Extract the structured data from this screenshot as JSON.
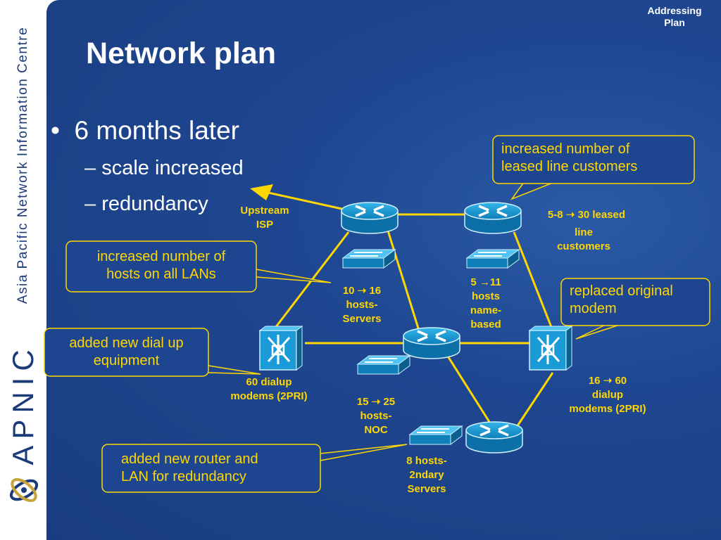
{
  "sidebar": {
    "org_name": "Asia Pacific Network Information Centre",
    "logo_text": "APNIC"
  },
  "header": {
    "section_line1": "Addressing",
    "section_line2": "Plan",
    "title": "Network plan"
  },
  "bullets": {
    "main": "6 months later",
    "sub1": "scale increased",
    "sub2": "redundancy"
  },
  "labels": {
    "upstream_line1": "Upstream",
    "upstream_line2": "ISP",
    "servers_from": "10",
    "servers_to": "16",
    "servers_line2": "hosts-",
    "servers_line3": "Servers",
    "name_line1": "5 →11",
    "name_line2": "hosts",
    "name_line3": "name-",
    "name_line4": "based",
    "leased_from": "5-8",
    "leased_to": "30 leased",
    "leased_line2": "line",
    "leased_line3": "customers",
    "dialup_left_line1": "60 dialup",
    "dialup_left_line2": "modems (2PRI)",
    "noc_from": "15",
    "noc_to": "25",
    "noc_line2": "hosts-",
    "noc_line3": "NOC",
    "dialup_right_from": "16",
    "dialup_right_to": "60",
    "dialup_right_line2": "dialup",
    "dialup_right_line3": "modems (2PRI)",
    "secondary_line1": "8 hosts-",
    "secondary_line2": "2ndary",
    "secondary_line3": "Servers"
  },
  "callouts": {
    "leased_line1": "increased number of",
    "leased_line2": "leased line customers",
    "hosts_line1": "increased number of",
    "hosts_line2": "hosts on all LANs",
    "modem_line1": "replaced original",
    "modem_line2": "modem",
    "dialup_line1": "added new dial up",
    "dialup_line2": "equipment",
    "router_line1": "added new router and",
    "router_line2": "LAN for redundancy"
  },
  "colors": {
    "background": "#1e4690",
    "link": "#ffd700",
    "device": "#1a9bd7",
    "text": "#ffffff"
  }
}
